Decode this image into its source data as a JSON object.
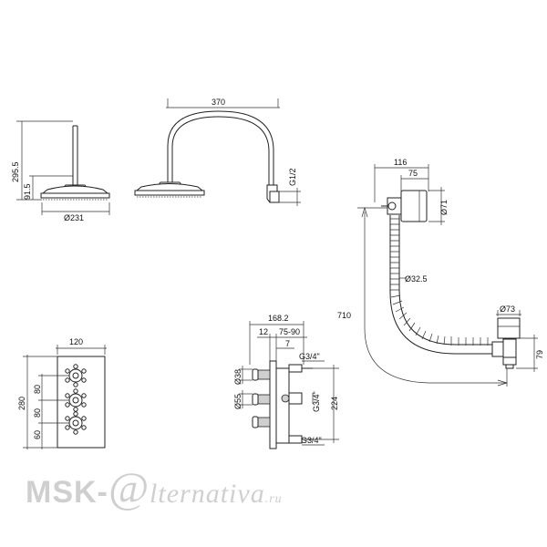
{
  "dimensions": {
    "rose_height_total": "295.5",
    "rose_height_head": "91.5",
    "rose_diameter": "Ø231",
    "arm_width": "370",
    "arm_inlet_thread": "G1/2",
    "filler_depth": "116",
    "filler_body": "75",
    "filler_diameter": "Ø71",
    "hose_diameter": "Ø32.5",
    "hose_length": "710",
    "waste_diameter": "Ø73",
    "waste_height": "79",
    "plate_width": "120",
    "plate_height": "280",
    "plate_spacing_top": "80",
    "plate_spacing_mid": "80",
    "plate_spacing_bottom": "60",
    "valve_depth": "168.2",
    "valve_offset": "12",
    "valve_range": "75-90",
    "valve_offset_small": "7",
    "valve_thread_top": "G3/4\"",
    "valve_thread_mid": "G3/4\"",
    "valve_thread_bottom": "G3/4\"",
    "valve_diameter_38": "Ø38",
    "valve_diameter_55": "Ø55",
    "valve_height": "224"
  },
  "watermark": {
    "brand_a": "MSK-",
    "brand_at": "@",
    "brand_b": "lternativa",
    "brand_tld": ".ru"
  }
}
